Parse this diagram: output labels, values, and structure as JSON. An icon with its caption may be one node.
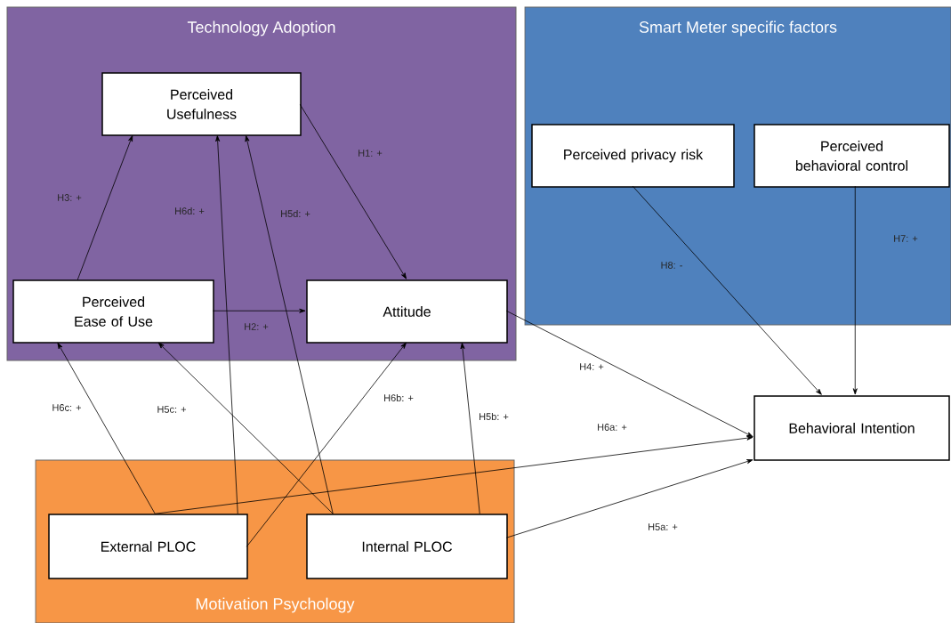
{
  "diagram": {
    "nodes": [
      {
        "text": [
          "Technology Adoption"
        ]
      },
      {
        "text": [
          "Perceived Usefulness"
        ],
        "in": 0
      },
      {
        "text": [
          "Perceived Ease of Use"
        ],
        "in": 0
      },
      {
        "text": [
          "Attitude"
        ],
        "in": 0
      },
      {
        "text": [
          "Smart Meter specific factors"
        ]
      },
      {
        "text": [
          "Perceived privacy risk"
        ],
        "in": 4
      },
      {
        "text": [
          "Perceived behavioral control"
        ],
        "in": 4
      },
      {
        "text": [
          "Behavioral Intention"
        ]
      },
      {
        "text": [
          "Motivation Psychology"
        ]
      },
      {
        "text": [
          "External PLOC"
        ],
        "in": 8
      },
      {
        "text": [
          "Internal PLOC"
        ],
        "in": 8
      }
    ],
    "edges": [
      {
        "from": 1,
        "to": 3,
        "arrow": "to",
        "label": "H1: +"
      },
      {
        "from": 2,
        "to": 3,
        "arrow": "to",
        "label": "H2: +"
      },
      {
        "from": 2,
        "to": 1,
        "arrow": "to",
        "label": "H3: +"
      },
      {
        "from": 3,
        "to": 7,
        "arrow": "to",
        "label": "H4: +"
      },
      {
        "from": 10,
        "to": 7,
        "arrow": "to",
        "label": "H5a: +"
      },
      {
        "from": 10,
        "to": 3,
        "arrow": "to",
        "label": "H5b: +"
      },
      {
        "from": 10,
        "to": 2,
        "arrow": "to",
        "label": "H5c: +"
      },
      {
        "from": 10,
        "to": 1,
        "arrow": "to",
        "label": "H5d: +"
      },
      {
        "from": 9,
        "to": 7,
        "arrow": "to",
        "label": "H6a: +"
      },
      {
        "from": 9,
        "to": 3,
        "arrow": "to",
        "label": "H6b: +"
      },
      {
        "from": 9,
        "to": 2,
        "arrow": "to",
        "label": "H6c: +"
      },
      {
        "from": 9,
        "to": 1,
        "arrow": "to",
        "label": "H6d: +"
      },
      {
        "from": 6,
        "to": 7,
        "arrow": "to",
        "label": "H7: +"
      },
      {
        "from": 5,
        "to": 7,
        "arrow": "to",
        "label": "H8: -"
      }
    ]
  }
}
